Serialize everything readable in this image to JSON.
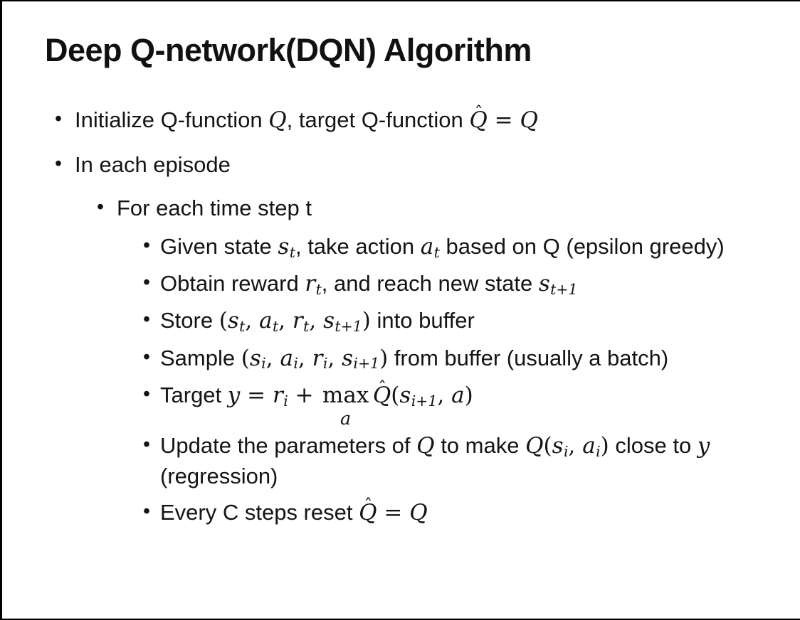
{
  "slide": {
    "title": "Deep Q-network(DQN) Algorithm",
    "colors": {
      "background": "#ffffff",
      "text": "#141414",
      "border": "#000000"
    },
    "bullets": [
      {
        "level": 1,
        "segments": [
          {
            "t": "txt",
            "v": "Initialize Q-function "
          },
          {
            "t": "var",
            "v": "Q"
          },
          {
            "t": "txt",
            "v": ", target Q-function "
          },
          {
            "t": "var",
            "v": "Q",
            "hat": true
          },
          {
            "t": "mtx",
            "v": " = "
          },
          {
            "t": "var",
            "v": "Q"
          }
        ]
      },
      {
        "level": 1,
        "segments": [
          {
            "t": "txt",
            "v": "In each episode"
          }
        ]
      },
      {
        "level": 2,
        "segments": [
          {
            "t": "txt",
            "v": "For each time step t"
          }
        ]
      },
      {
        "level": 3,
        "segments": [
          {
            "t": "txt",
            "v": "Given state "
          },
          {
            "t": "var",
            "v": "s",
            "sub": "t"
          },
          {
            "t": "txt",
            "v": ", take action "
          },
          {
            "t": "var",
            "v": "a",
            "sub": "t"
          },
          {
            "t": "txt",
            "v": " based on Q (epsilon greedy)"
          }
        ]
      },
      {
        "level": 3,
        "segments": [
          {
            "t": "txt",
            "v": "Obtain reward "
          },
          {
            "t": "var",
            "v": "r",
            "sub": "t"
          },
          {
            "t": "txt",
            "v": ", and reach new state "
          },
          {
            "t": "var",
            "v": "s",
            "sub": "t+1"
          }
        ]
      },
      {
        "level": 3,
        "segments": [
          {
            "t": "txt",
            "v": "Store "
          },
          {
            "t": "mtx",
            "v": "("
          },
          {
            "t": "var",
            "v": "s",
            "sub": "t"
          },
          {
            "t": "mtx",
            "v": ", "
          },
          {
            "t": "var",
            "v": "a",
            "sub": "t"
          },
          {
            "t": "mtx",
            "v": ", "
          },
          {
            "t": "var",
            "v": "r",
            "sub": "t"
          },
          {
            "t": "mtx",
            "v": ", "
          },
          {
            "t": "var",
            "v": "s",
            "sub": "t+1"
          },
          {
            "t": "mtx",
            "v": ")"
          },
          {
            "t": "txt",
            "v": " into buffer"
          }
        ]
      },
      {
        "level": 3,
        "segments": [
          {
            "t": "txt",
            "v": "Sample "
          },
          {
            "t": "mtx",
            "v": "("
          },
          {
            "t": "var",
            "v": "s",
            "sub": "i"
          },
          {
            "t": "mtx",
            "v": ", "
          },
          {
            "t": "var",
            "v": "a",
            "sub": "i"
          },
          {
            "t": "mtx",
            "v": ", "
          },
          {
            "t": "var",
            "v": "r",
            "sub": "i"
          },
          {
            "t": "mtx",
            "v": ", "
          },
          {
            "t": "var",
            "v": "s",
            "sub": "i+1"
          },
          {
            "t": "mtx",
            "v": ")"
          },
          {
            "t": "txt",
            "v": " from buffer (usually a batch)"
          }
        ]
      },
      {
        "level": 3,
        "segments": [
          {
            "t": "txt",
            "v": "Target "
          },
          {
            "t": "var",
            "v": "y"
          },
          {
            "t": "mtx",
            "v": " = "
          },
          {
            "t": "var",
            "v": "r",
            "sub": "i"
          },
          {
            "t": "mtx",
            "v": " + "
          },
          {
            "t": "munder",
            "v": "max",
            "under": "a"
          },
          {
            "t": "var",
            "v": "Q",
            "hat": true
          },
          {
            "t": "mtx",
            "v": "("
          },
          {
            "t": "var",
            "v": "s",
            "sub": "i+1"
          },
          {
            "t": "mtx",
            "v": ", "
          },
          {
            "t": "var",
            "v": "a"
          },
          {
            "t": "mtx",
            "v": ")"
          }
        ]
      },
      {
        "level": 3,
        "segments": [
          {
            "t": "txt",
            "v": "Update the parameters of "
          },
          {
            "t": "var",
            "v": "Q"
          },
          {
            "t": "txt",
            "v": " to make "
          },
          {
            "t": "var",
            "v": "Q"
          },
          {
            "t": "mtx",
            "v": "("
          },
          {
            "t": "var",
            "v": "s",
            "sub": "i"
          },
          {
            "t": "mtx",
            "v": ", "
          },
          {
            "t": "var",
            "v": "a",
            "sub": "i"
          },
          {
            "t": "mtx",
            "v": ")"
          },
          {
            "t": "txt",
            "v": " close to "
          },
          {
            "t": "var",
            "v": "y"
          },
          {
            "t": "txt",
            "v": " (regression)"
          }
        ]
      },
      {
        "level": 3,
        "segments": [
          {
            "t": "txt",
            "v": "Every C steps reset "
          },
          {
            "t": "var",
            "v": "Q",
            "hat": true
          },
          {
            "t": "mtx",
            "v": " = "
          },
          {
            "t": "var",
            "v": "Q"
          }
        ]
      }
    ]
  }
}
